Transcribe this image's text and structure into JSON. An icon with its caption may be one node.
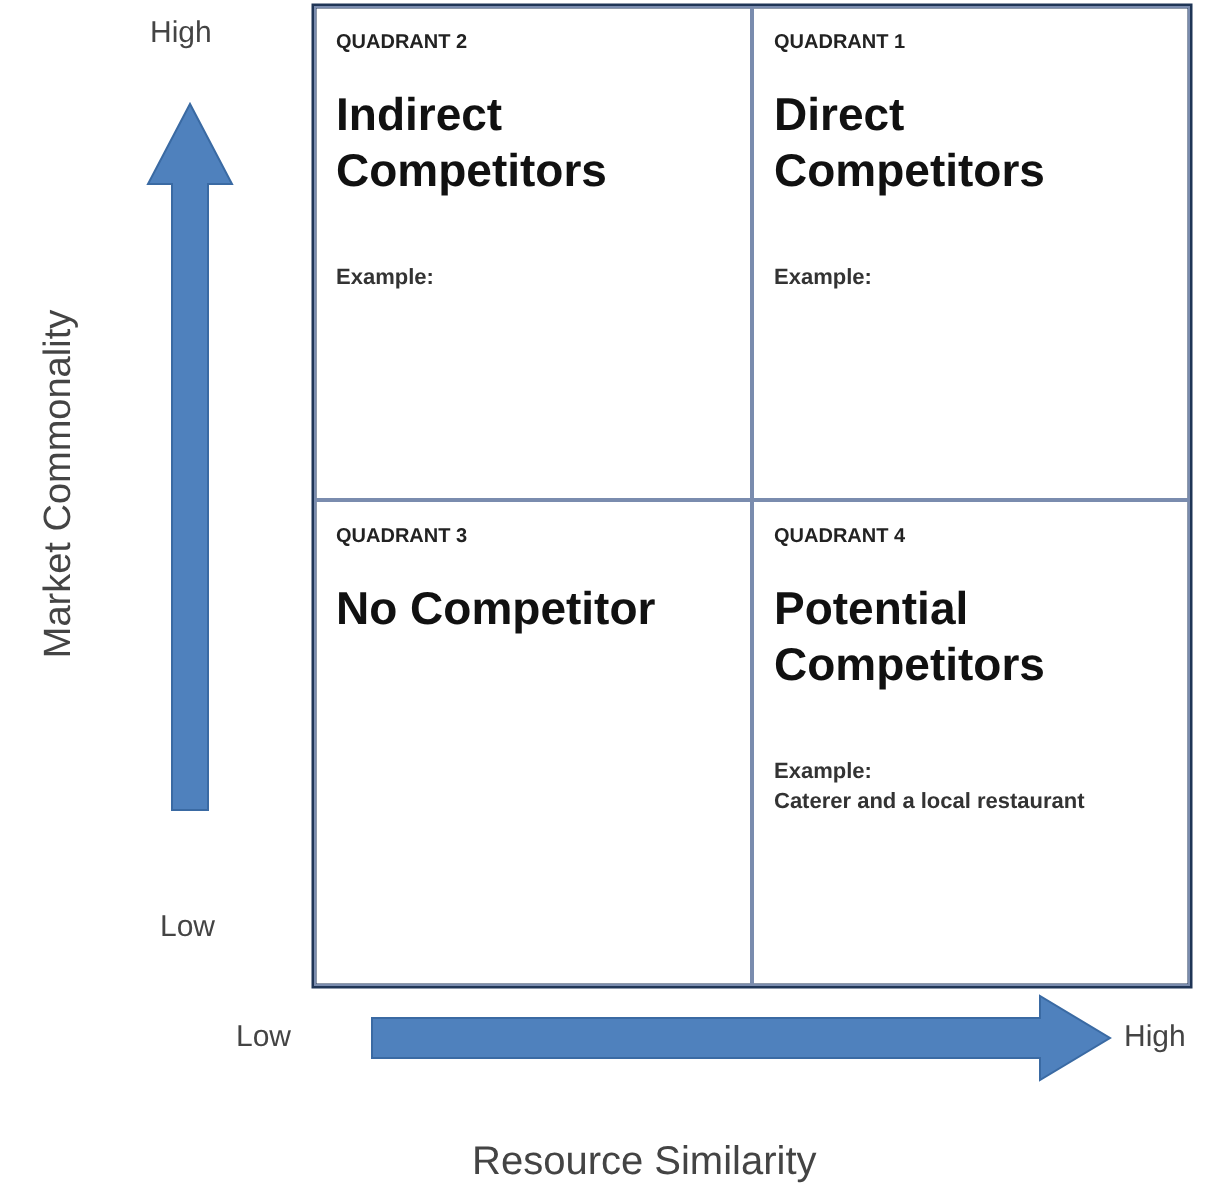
{
  "diagram": {
    "nodes": [
      {
        "text": [
          "QUADRANT 2",
          "Indirect Competitors",
          "Example:"
        ]
      },
      {
        "text": [
          "QUADRANT 1",
          "Direct Competitors",
          "Example:"
        ]
      },
      {
        "text": [
          "QUADRANT 3",
          "No Competitor"
        ]
      },
      {
        "text": [
          "QUADRANT 4",
          "Potential Competitors",
          "Example:",
          "Caterer and a local restaurant"
        ]
      }
    ],
    "edges": [],
    "labels": [
      "High",
      "Market Commonality",
      "Low",
      "Low",
      "High",
      "Resource Similarity"
    ]
  }
}
